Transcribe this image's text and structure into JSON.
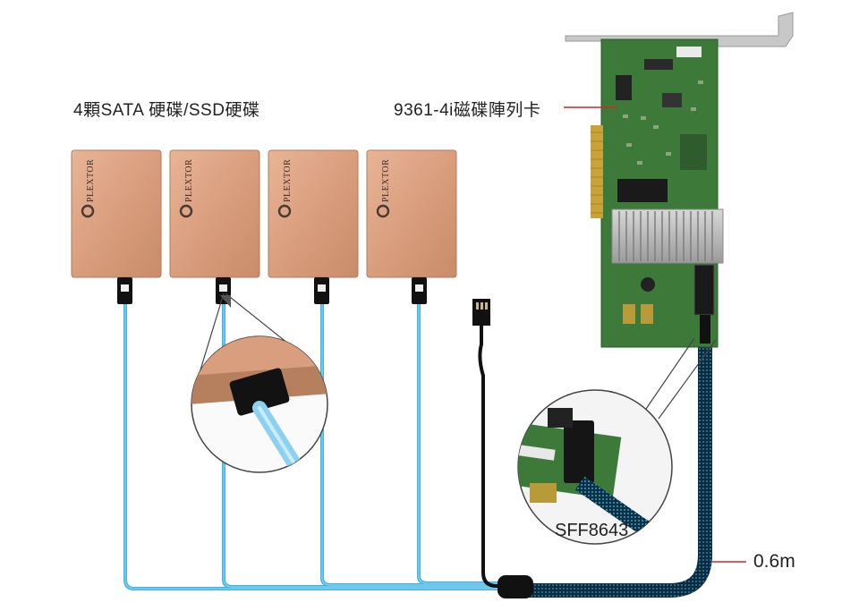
{
  "labels": {
    "drives": "4顆SATA 硬碟/SSD硬碟",
    "card": "9361-4i磁碟陣列卡",
    "connector": "SFF8643",
    "length": "0.6m"
  },
  "drives": [
    {
      "brand": "PLEXTOR"
    },
    {
      "brand": "PLEXTOR"
    },
    {
      "brand": "PLEXTOR"
    },
    {
      "brand": "PLEXTOR"
    }
  ],
  "colors": {
    "drive_body": "#e0a889",
    "sata_cable": "#3fb3e3",
    "sff_cable": "#1e6f8f",
    "pcb": "#3d7a3a",
    "bracket": "#c8c8c8",
    "callout_line": "#d4252a"
  }
}
